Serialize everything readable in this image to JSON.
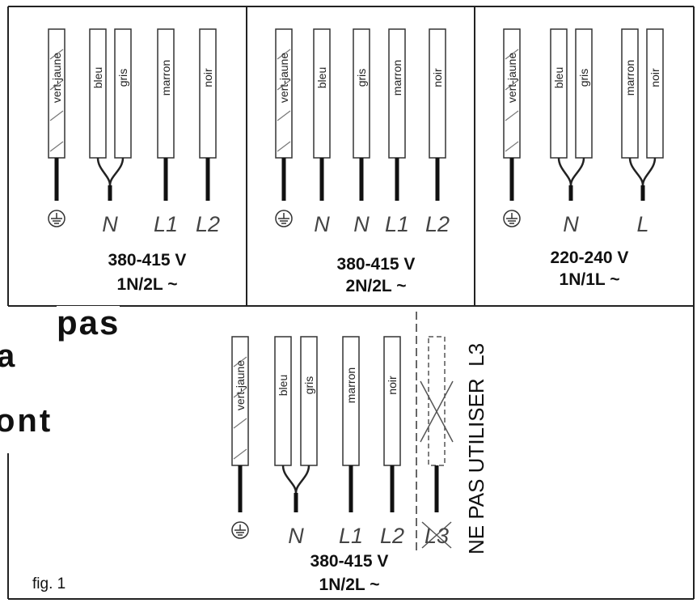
{
  "figure_label": "fig. 1",
  "background_fragments": [
    "pas",
    "a",
    "ont"
  ],
  "panels": [
    {
      "voltage": "380-415 V",
      "config": "1N/2L ~",
      "wires": [
        {
          "label": "vert-jaune",
          "kind": "earth"
        },
        {
          "label": "bleu",
          "kind": "normal"
        },
        {
          "label": "gris",
          "kind": "normal"
        },
        {
          "label": "marron",
          "kind": "normal"
        },
        {
          "label": "noir",
          "kind": "normal"
        }
      ],
      "terminals": [
        "⏚",
        "N",
        "L1",
        "L2"
      ]
    },
    {
      "voltage": "380-415 V",
      "config": "2N/2L ~",
      "wires": [
        {
          "label": "vert-jaune",
          "kind": "earth"
        },
        {
          "label": "bleu",
          "kind": "normal"
        },
        {
          "label": "gris",
          "kind": "normal"
        },
        {
          "label": "marron",
          "kind": "normal"
        },
        {
          "label": "noir",
          "kind": "normal"
        }
      ],
      "terminals": [
        "⏚",
        "N",
        "N",
        "L1",
        "L2"
      ]
    },
    {
      "voltage": "220-240 V",
      "config": "1N/1L ~",
      "wires": [
        {
          "label": "vert-jaune",
          "kind": "earth"
        },
        {
          "label": "bleu",
          "kind": "normal"
        },
        {
          "label": "gris",
          "kind": "normal"
        },
        {
          "label": "marron",
          "kind": "normal"
        },
        {
          "label": "noir",
          "kind": "normal"
        }
      ],
      "terminals": [
        "⏚",
        "N",
        "L"
      ]
    },
    {
      "voltage": "380-415 V",
      "config": "1N/2L ~",
      "wires": [
        {
          "label": "vert-jaune",
          "kind": "earth"
        },
        {
          "label": "bleu",
          "kind": "normal"
        },
        {
          "label": "gris",
          "kind": "normal"
        },
        {
          "label": "marron",
          "kind": "normal"
        },
        {
          "label": "noir",
          "kind": "normal"
        },
        {
          "label": "",
          "kind": "unused"
        }
      ],
      "terminals": [
        "⏚",
        "N",
        "L1",
        "L2",
        "L3"
      ],
      "warning": "NE PAS UTILISER  L3"
    }
  ]
}
